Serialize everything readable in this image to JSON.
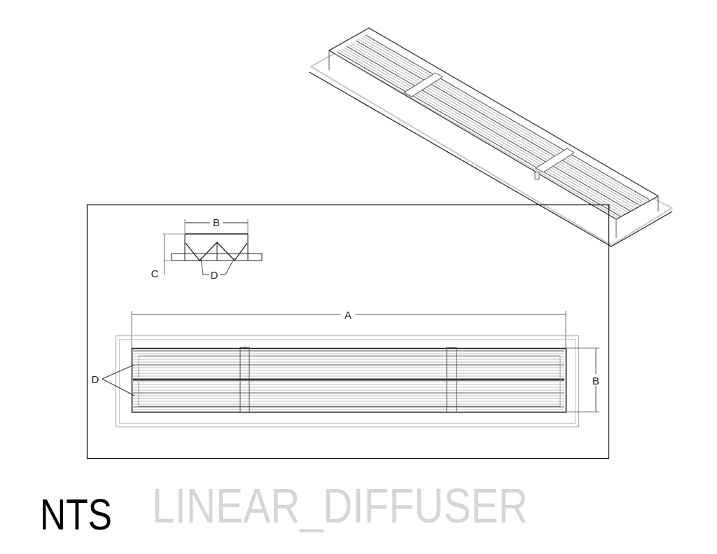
{
  "section_view": {
    "width_label": "B",
    "height_label": "C",
    "blade_label": "D"
  },
  "plan_view": {
    "length_label": "A",
    "width_label": "B",
    "blade_label": "D"
  },
  "title_block": {
    "scale_note": "NTS",
    "drawing_title": "LINEAR_DIFFUSER"
  },
  "colors": {
    "line": "#1a1a1a",
    "light_line": "#bdbdbd",
    "title_text": "#d6d6d6"
  }
}
